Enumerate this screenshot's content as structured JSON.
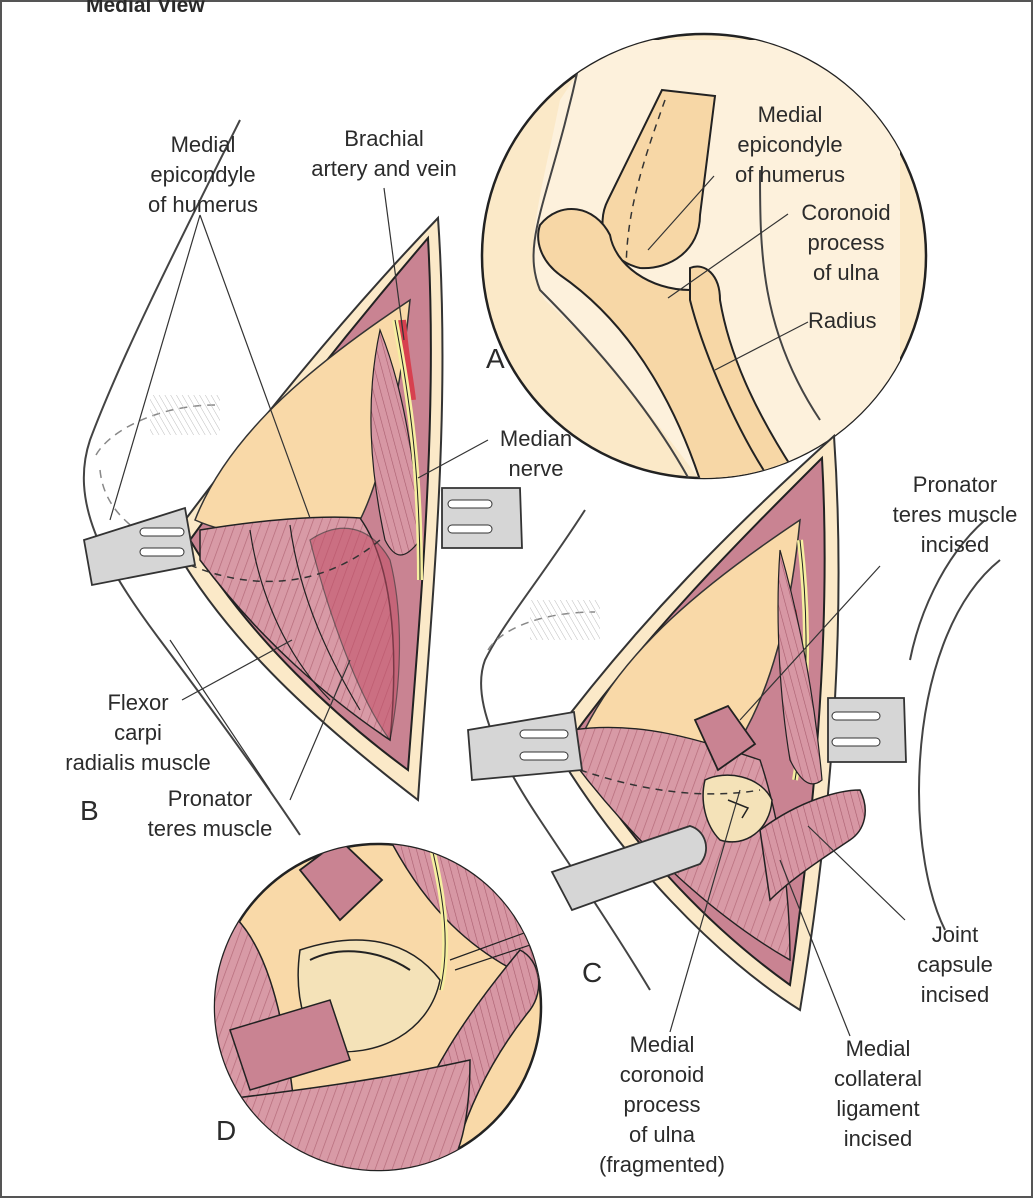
{
  "figure": {
    "view_title": "Medial View",
    "colors": {
      "skin": "#fbe9c8",
      "bone": "#f7d7a6",
      "muscle": "#d89aa6",
      "muscle_dark": "#b56b7a",
      "muscle_deep": "#c24d66",
      "vessel": "#d7404f",
      "nerve": "#f6efa0",
      "outline": "#1e1e1e",
      "retractor": "#d6d6d6"
    },
    "panels": {
      "a": {
        "letter": "A"
      },
      "b": {
        "letter": "B"
      },
      "c": {
        "letter": "C"
      },
      "d": {
        "letter": "D"
      }
    },
    "labels": {
      "b_medial_epicondyle": [
        "Medial",
        "epicondyle",
        "of humerus"
      ],
      "b_brachial": [
        "Brachial",
        "artery and vein"
      ],
      "b_median_nerve": [
        "Median",
        "nerve"
      ],
      "b_flexor": [
        "Flexor",
        "carpi",
        "radialis muscle"
      ],
      "b_pronator": [
        "Pronator",
        "teres muscle"
      ],
      "a_medial_epicondyle": [
        "Medial",
        "epicondyle",
        "of humerus"
      ],
      "a_coronoid": [
        "Coronoid",
        "process",
        "of ulna"
      ],
      "a_radius": [
        "Radius"
      ],
      "c_pronator_incised": [
        "Pronator",
        "teres muscle",
        "incised"
      ],
      "c_joint_capsule": [
        "Joint",
        "capsule",
        "incised"
      ],
      "c_medial_coronoid": [
        "Medial",
        "coronoid",
        "process",
        "of ulna",
        "(fragmented)"
      ],
      "c_mcl": [
        "Medial",
        "collateral",
        "ligament",
        "incised"
      ]
    }
  }
}
